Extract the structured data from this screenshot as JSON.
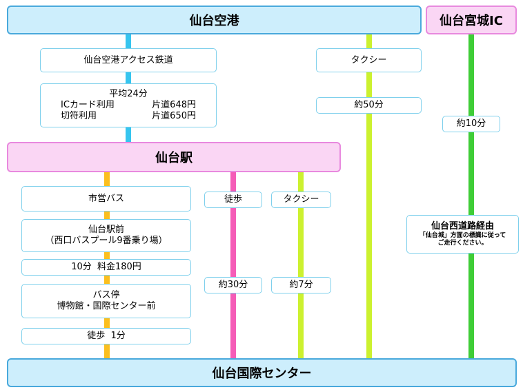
{
  "colors": {
    "rail": "#36c5ef",
    "taxi_airport": "#ccf12f",
    "expressway": "#3fcd37",
    "bus": "#fbbf1f",
    "walk": "#f55cb7",
    "taxi_station": "#ccf12f"
  },
  "nodes": {
    "airport": "仙台空港",
    "ic": "仙台宮城IC",
    "station": "仙台駅",
    "destination": "仙台国際センター"
  },
  "rail": {
    "name": "仙台空港アクセス鉄道",
    "fare": {
      "time": "平均24分",
      "ic_label": "ICカード利用",
      "ic_price": "片道648円",
      "ticket_label": "切符利用",
      "ticket_price": "片道650円"
    }
  },
  "airport_taxi": {
    "label": "タクシー",
    "time": "約50分"
  },
  "expressway": {
    "time": "約10分",
    "route": "仙台西道路経由",
    "note_line1": "「仙台城」方面の標識に従って",
    "note_line2": "ご走行ください。"
  },
  "bus": {
    "label": "市営バス",
    "stop_line1": "仙台駅前",
    "stop_line2": "（西口バスプール9番乗り場）",
    "fare": "10分  料金180円",
    "alight_line1": "バス停",
    "alight_line2": "博物館・国際センター前",
    "walk": "徒歩  1分"
  },
  "walk": {
    "label": "徒歩",
    "time": "約30分"
  },
  "station_taxi": {
    "label": "タクシー",
    "time": "約7分"
  }
}
